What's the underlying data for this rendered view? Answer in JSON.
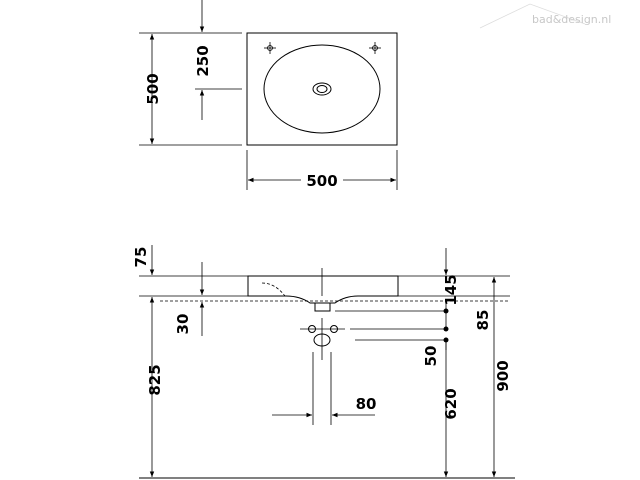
{
  "watermark": "bad&design.nl",
  "top_view": {
    "height_dim": "500",
    "half_dim": "250",
    "width_dim": "500"
  },
  "side_view": {
    "rim_dim": "75",
    "trap_offset_dim": "30",
    "floor_to_rim_dim": "825",
    "waste_width_dim": "80",
    "waste_drop_dim": "145",
    "tap_offset_dim": "85",
    "trap_dim": "50",
    "floor_to_waste_dim": "620",
    "total_height_dim": "900"
  }
}
